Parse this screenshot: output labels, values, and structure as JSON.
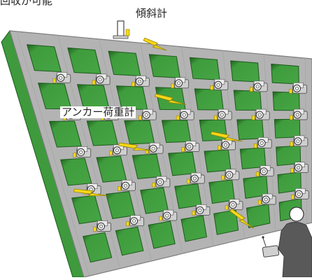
{
  "labels": {
    "top_partial": "回収が可能",
    "inclinometer": "傾斜計",
    "anchor_load_meter": "アンカー荷重計"
  },
  "colors": {
    "frame": "#b3b3b3",
    "frame_edge": "#7d7d7d",
    "panel": "#3e9a3c",
    "panel_dark": "#1d5a1c",
    "lightning": "#f7d81a",
    "sensor": "#d9d9d9",
    "figure": "#595959"
  }
}
